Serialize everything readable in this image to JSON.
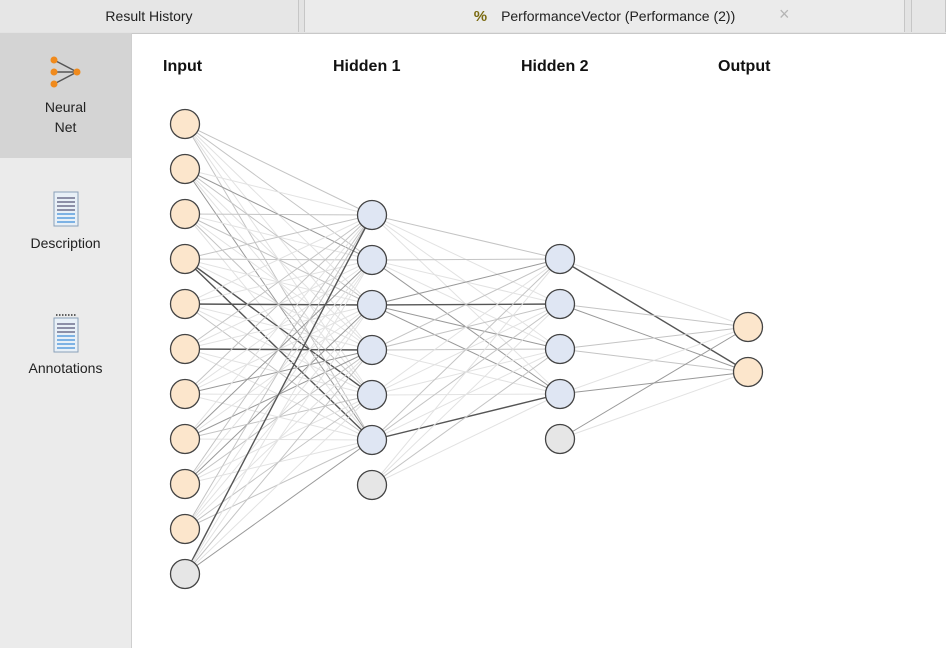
{
  "tabs": [
    {
      "label": "Result History"
    },
    {
      "label": "PerformanceVector (Performance (2))",
      "icon": "percent-icon",
      "close": "×"
    },
    {
      "label": ""
    }
  ],
  "sidebar": {
    "items": [
      {
        "label": "Neural\nNet",
        "line1": "Neural",
        "line2": "Net",
        "icon": "neural-net-icon",
        "active": true
      },
      {
        "label": "Description",
        "icon": "description-icon",
        "active": false
      },
      {
        "label": "Annotations",
        "icon": "annotations-icon",
        "active": false
      }
    ]
  },
  "network": {
    "layers": [
      {
        "label": "Input",
        "nodes": 10,
        "bias": true
      },
      {
        "label": "Hidden 1",
        "nodes": 6,
        "bias": true
      },
      {
        "label": "Hidden 2",
        "nodes": 4,
        "bias": true
      },
      {
        "label": "Output",
        "nodes": 2,
        "bias": false
      }
    ],
    "colors": {
      "input_fill": "#fce6cc",
      "hidden_fill": "#dfe6f3",
      "output_fill": "#fce6cc",
      "bias_fill": "#e6e6e6",
      "node_stroke": "#444444"
    }
  }
}
